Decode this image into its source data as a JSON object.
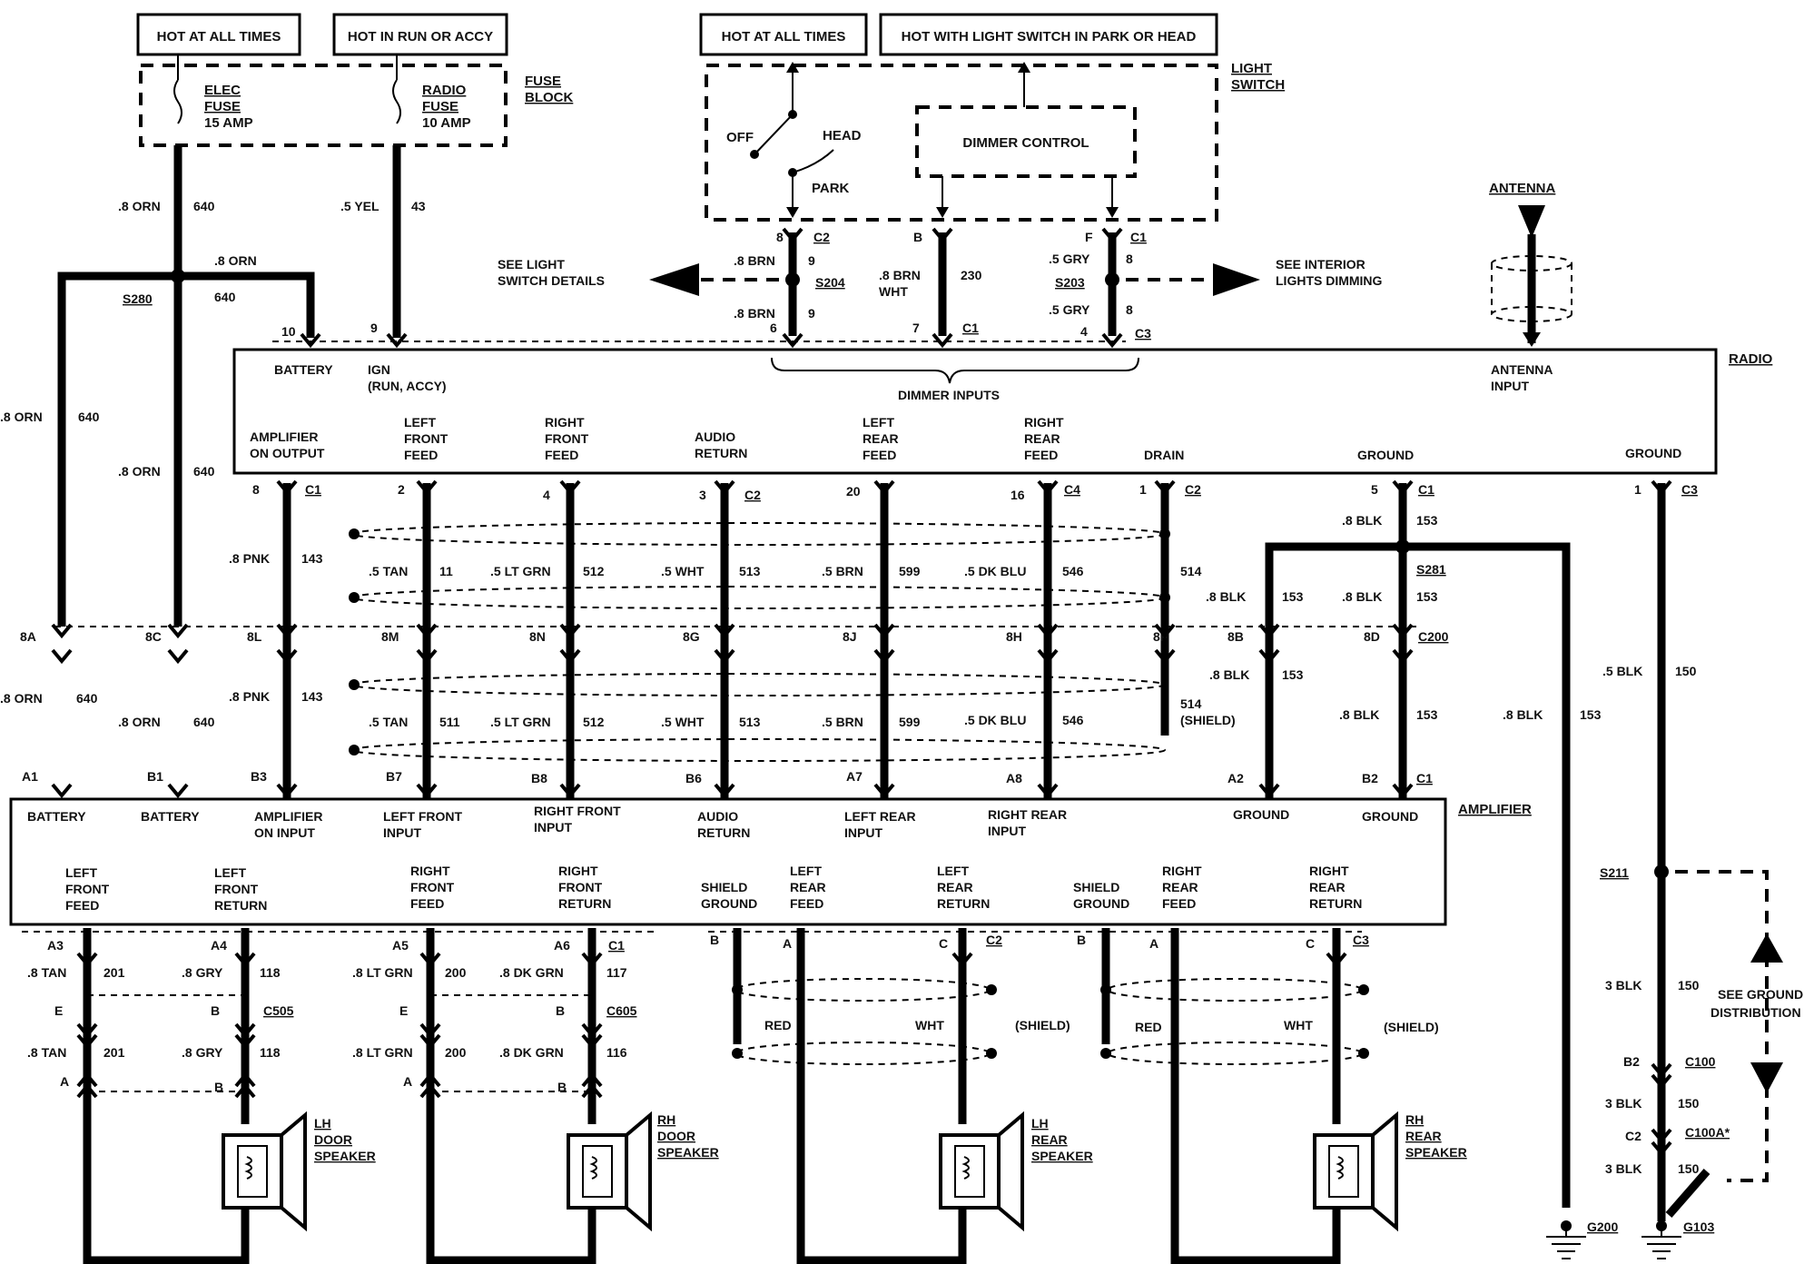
{
  "top": {
    "hot_all_times_1": "HOT AT ALL TIMES",
    "hot_run_accy": "HOT IN RUN OR ACCY",
    "hot_all_times_2": "HOT AT ALL TIMES",
    "hot_light_switch": "HOT WITH LIGHT SWITCH IN PARK OR HEAD"
  },
  "fuse_block": {
    "label": [
      "FUSE",
      "BLOCK"
    ],
    "elec": [
      "ELEC",
      "FUSE",
      "15 AMP"
    ],
    "radio": [
      "RADIO",
      "FUSE",
      "10 AMP"
    ]
  },
  "light_switch": {
    "label": [
      "LIGHT",
      "SWITCH"
    ],
    "off": "OFF",
    "head": "HEAD",
    "park": "PARK",
    "dimmer": "DIMMER CONTROL",
    "pin_8": "8",
    "pin_b": "B",
    "pin_f": "F",
    "c2": "C2",
    "c1": "C1"
  },
  "wires": {
    "orn640": ".8 ORN",
    "w640": "640",
    "yel43": ".5 YEL",
    "w43": "43",
    "brn9": ".8 BRN",
    "w9": "9",
    "brnwht": [
      ".8 BRN",
      "WHT"
    ],
    "w230": "230",
    "gry8": ".5 GRY",
    "w8": "8",
    "pnk": ".8 PNK",
    "w143": "143",
    "tan": ".5 TAN",
    "w11": "11",
    "w511": "511",
    "ltgrn": ".5 LT GRN",
    "w512": "512",
    "wht": ".5 WHT",
    "w513": "513",
    "brn": ".5 BRN",
    "w599": "599",
    "dkblu": ".5 DK BLU",
    "w546": "546",
    "w514": "514",
    "w514s": [
      "514",
      "(SHIELD)"
    ],
    "blk8": ".8 BLK",
    "w153": "153",
    "blk5": ".5 BLK",
    "w150": "150",
    "blk3": "3 BLK",
    "tan8": ".8 TAN",
    "w201": "201",
    "gry8b": ".8 GRY",
    "w118": "118",
    "ltgrn8": ".8 LT GRN",
    "w200": "200",
    "dkgrn8": ".8 DK GRN",
    "w117": "117",
    "w116": "116",
    "red": "RED",
    "whtw": "WHT",
    "shield": "(SHIELD)"
  },
  "splices": {
    "s280": "S280",
    "s204": "S204",
    "s203": "S203",
    "s281": "S281",
    "s211": "S211"
  },
  "refs": {
    "light_details": [
      "SEE LIGHT",
      "SWITCH DETAILS"
    ],
    "interior_dimming": [
      "SEE INTERIOR",
      "LIGHTS DIMMING"
    ],
    "ground_dist": [
      "SEE GROUND",
      "DISTRIBUTION"
    ]
  },
  "antenna": "ANTENNA",
  "radio": {
    "label": "RADIO",
    "battery": "BATTERY",
    "ign": [
      "IGN",
      "(RUN, ACCY)"
    ],
    "dimmer_inputs": "DIMMER INPUTS",
    "antenna_input": [
      "ANTENNA",
      "INPUT"
    ],
    "amp_on_out": [
      "AMPLIFIER",
      "ON OUTPUT"
    ],
    "lf_feed": [
      "LEFT",
      "FRONT",
      "FEED"
    ],
    "rf_feed": [
      "RIGHT",
      "FRONT",
      "FEED"
    ],
    "audio_return": [
      "AUDIO",
      "RETURN"
    ],
    "lr_feed": [
      "LEFT",
      "REAR",
      "FEED"
    ],
    "rr_feed": [
      "RIGHT",
      "REAR",
      "FEED"
    ],
    "drain": "DRAIN",
    "ground1": "GROUND",
    "ground2": "GROUND"
  },
  "pins_radio_top": {
    "p10": "10",
    "p9": "9",
    "p6": "6",
    "p7": "7",
    "c1": "C1",
    "p4": "4",
    "c3": "C3"
  },
  "pins_radio_bottom": {
    "p8": "8",
    "c1a": "C1",
    "p2": "2",
    "p4": "4",
    "p3": "3",
    "c2a": "C2",
    "p20": "20",
    "p16": "16",
    "c4": "C4",
    "p1": "1",
    "c2b": "C2",
    "p5": "5",
    "c1b": "C1",
    "p1b": "1",
    "c3": "C3"
  },
  "c200": {
    "a8a": "8A",
    "a8c": "8C",
    "a8l": "8L",
    "a8m": "8M",
    "a8n": "8N",
    "a8g": "8G",
    "a8j": "8J",
    "a8h": "8H",
    "a8f": "8F",
    "a8b": "8B",
    "a8d": "8D",
    "label": "C200"
  },
  "amp_pins_top": {
    "a1": "A1",
    "b1": "B1",
    "b3": "B3",
    "b7": "B7",
    "b8": "B8",
    "b6": "B6",
    "a7": "A7",
    "a8": "A8",
    "a2": "A2",
    "b2": "B2",
    "c1": "C1"
  },
  "amplifier": {
    "label": "AMPLIFIER",
    "battery1": "BATTERY",
    "battery2": "BATTERY",
    "amp_on_in": [
      "AMPLIFIER",
      "ON INPUT"
    ],
    "lf_in": [
      "LEFT FRONT",
      "INPUT"
    ],
    "rf_in": [
      "RIGHT FRONT",
      "INPUT"
    ],
    "audio_ret": [
      "AUDIO",
      "RETURN"
    ],
    "lr_in": [
      "LEFT REAR",
      "INPUT"
    ],
    "rr_in": [
      "RIGHT REAR",
      "INPUT"
    ],
    "ground1": "GROUND",
    "ground2": "GROUND",
    "lf_feed": [
      "LEFT",
      "FRONT",
      "FEED"
    ],
    "lf_ret": [
      "LEFT",
      "FRONT",
      "RETURN"
    ],
    "rf_feed": [
      "RIGHT",
      "FRONT",
      "FEED"
    ],
    "rf_ret": [
      "RIGHT",
      "FRONT",
      "RETURN"
    ],
    "shield_gnd1": [
      "SHIELD",
      "GROUND"
    ],
    "lr_feed": [
      "LEFT",
      "REAR",
      "FEED"
    ],
    "lr_ret": [
      "LEFT",
      "REAR",
      "RETURN"
    ],
    "shield_gnd2": [
      "SHIELD",
      "GROUND"
    ],
    "rr_feed": [
      "RIGHT",
      "REAR",
      "FEED"
    ],
    "rr_ret": [
      "RIGHT",
      "REAR",
      "RETURN"
    ]
  },
  "amp_pins_bottom": {
    "a3": "A3",
    "a4": "A4",
    "a5": "A5",
    "a6": "A6",
    "c1": "C1",
    "b1": "B",
    "a1": "A",
    "c_1": "C",
    "c2": "C2",
    "b2": "B",
    "a2": "A",
    "c_2": "C",
    "c3": "C3"
  },
  "speaker_conn": {
    "e1": "E",
    "b1": "B",
    "c505": "C505",
    "a1": "A",
    "b1b": "B",
    "e2": "E",
    "b2": "B",
    "c605": "C605",
    "a2": "A",
    "b2b": "B"
  },
  "speakers": {
    "lh_door": [
      "LH",
      "DOOR",
      "SPEAKER"
    ],
    "rh_door": [
      "RH",
      "DOOR",
      "SPEAKER"
    ],
    "lh_rear": [
      "LH",
      "REAR",
      "SPEAKER"
    ],
    "rh_rear": [
      "RH",
      "REAR",
      "SPEAKER"
    ]
  },
  "ground_side": {
    "b2": "B2",
    "c100": "C100",
    "c2": "C2",
    "c100a": "C100A*",
    "g200": "G200",
    "g103": "G103"
  }
}
